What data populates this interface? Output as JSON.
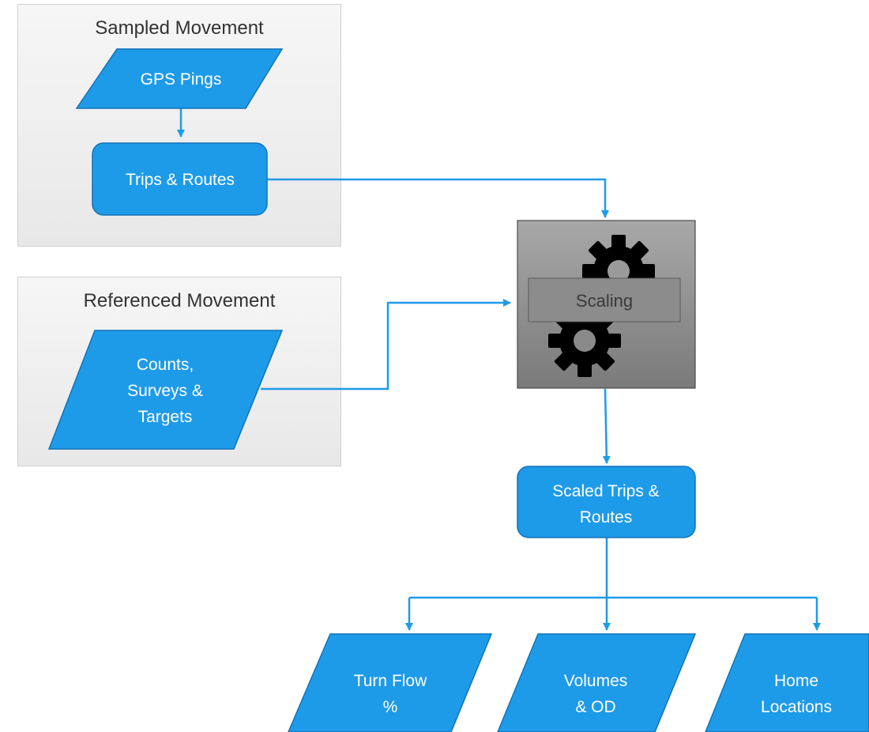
{
  "groups": {
    "sampled": {
      "title": "Sampled Movement"
    },
    "referenced": {
      "title": "Referenced Movement"
    }
  },
  "nodes": {
    "gps_pings": {
      "label": "GPS Pings",
      "shape": "parallelogram"
    },
    "trips_routes": {
      "label": "Trips & Routes",
      "shape": "rounded-rect"
    },
    "counts": {
      "lines": [
        "Counts,",
        "Surveys &",
        "Targets"
      ],
      "shape": "parallelogram"
    },
    "scaling": {
      "label": "Scaling",
      "icon": "gear-icon"
    },
    "scaled_trips": {
      "lines": [
        "Scaled Trips &",
        "Routes"
      ],
      "shape": "rounded-rect"
    },
    "turn_flow": {
      "lines": [
        "Turn Flow",
        "%"
      ],
      "shape": "parallelogram"
    },
    "volumes": {
      "lines": [
        "Volumes",
        "& OD"
      ],
      "shape": "parallelogram"
    },
    "home": {
      "lines": [
        "Home",
        "Locations"
      ],
      "shape": "parallelogram"
    }
  },
  "colors": {
    "node_fill": "#1e9be8",
    "node_stroke": "#1173b8",
    "connector": "#1e9be8",
    "process_fill_top": "#a6a6a6",
    "process_fill_bottom": "#7a7a7a",
    "gear": "#000000",
    "scaling_band": "#8c8c8c"
  }
}
